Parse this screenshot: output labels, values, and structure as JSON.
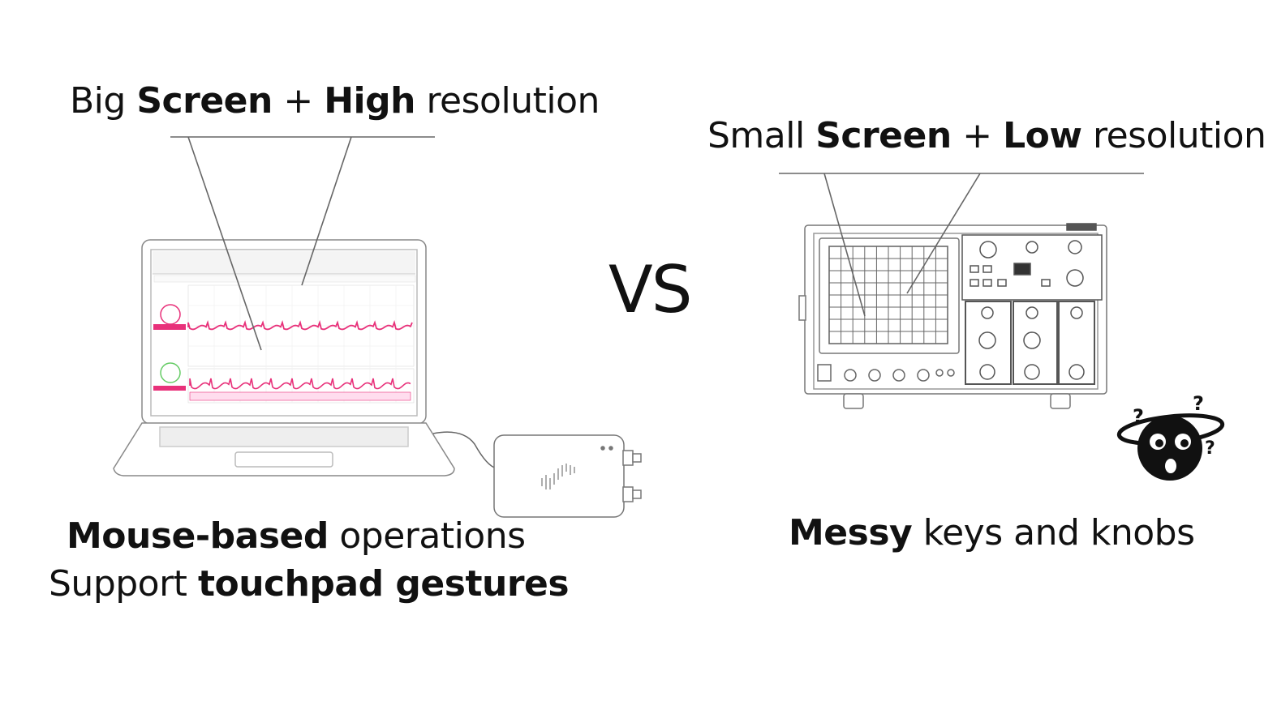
{
  "left": {
    "top_caption": {
      "w1": "Big",
      "w2": "Screen",
      "w3": "+",
      "w4": "High",
      "w5": "resolution"
    },
    "bottom_caption_1": {
      "w1": "Mouse-based",
      "w2": "operations"
    },
    "bottom_caption_2": {
      "w1": "Support",
      "w2": "touchpad gestures"
    }
  },
  "vs_label": "VS",
  "right": {
    "top_caption": {
      "w1": "Small",
      "w2": "Screen",
      "w3": "+",
      "w4": "Low",
      "w5": "resolution"
    },
    "bottom_caption": {
      "w1": "Messy",
      "w2": "keys and knobs"
    }
  },
  "colors": {
    "waveform": "#e8317a",
    "line_art": "#666666",
    "text": "#111111"
  }
}
